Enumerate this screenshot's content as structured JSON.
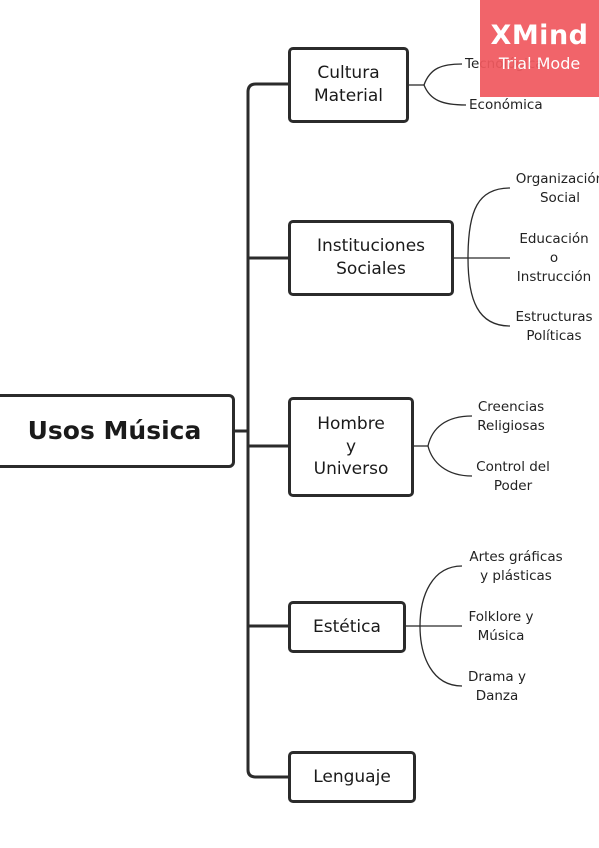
{
  "root": {
    "label": "Usos Música"
  },
  "branches": [
    {
      "label": "Cultura\nMaterial",
      "children": [
        "Tecnológica",
        "Económica"
      ]
    },
    {
      "label": "Instituciones\nSociales",
      "children": [
        "Organización\nSocial",
        "Educación\no\nInstrucción",
        "Estructuras\nPolíticas"
      ]
    },
    {
      "label": "Hombre\ny\nUniverso",
      "children": [
        "Creencias\nReligiosas",
        "Control del\nPoder"
      ]
    },
    {
      "label": "Estética",
      "children": [
        "Artes gráficas\ny plásticas",
        "Folklore y\nMúsica",
        "Drama y\nDanza"
      ]
    },
    {
      "label": "Lenguaje",
      "children": []
    }
  ],
  "watermark": {
    "brand": "XMind",
    "mode": "Trial Mode"
  },
  "colors": {
    "line": "#2b2b2b",
    "watermark": "#f0595f"
  }
}
